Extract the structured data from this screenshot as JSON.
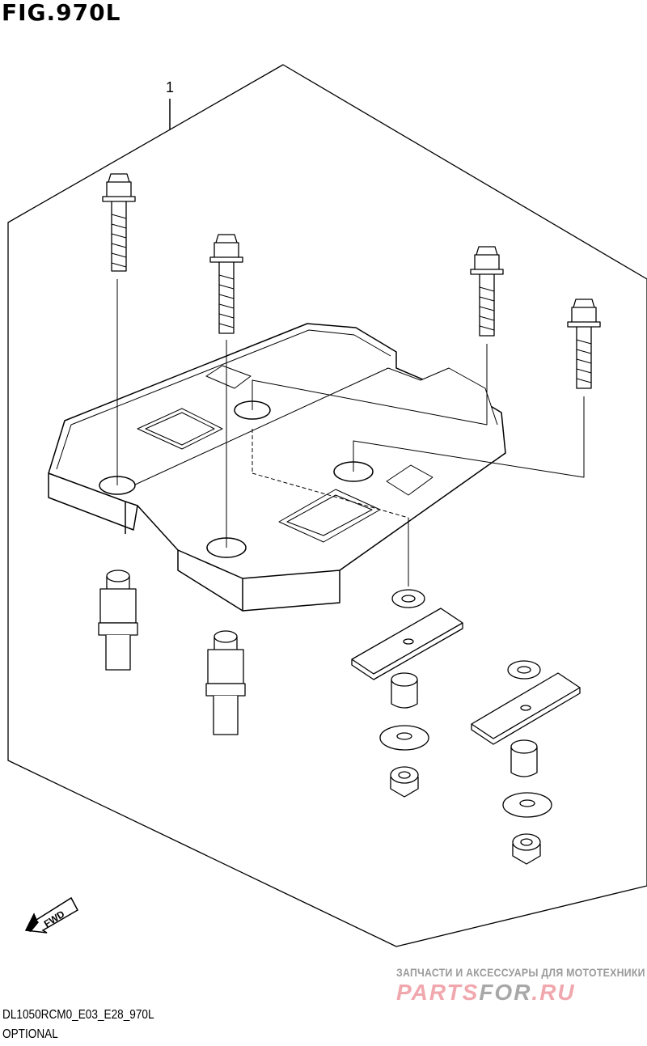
{
  "figure": {
    "title": "FIG.970L",
    "callout": "1"
  },
  "footer": {
    "model_code": "DL1050RCM0_E03_E28_970L",
    "subtitle": "OPTIONAL"
  },
  "watermark": {
    "tagline": "ЗАПЧАСТИ И АКСЕССУАРЫ ДЛЯ МОТОТЕХНИКИ",
    "logo_part1": "PARTS",
    "logo_part2": "FOR",
    "logo_part3": ".RU"
  },
  "fwd_arrow": {
    "label": "FWD"
  }
}
